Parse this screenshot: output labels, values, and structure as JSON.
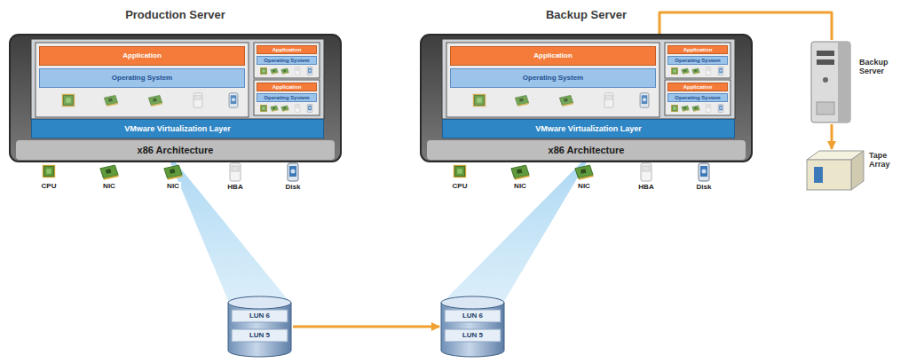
{
  "diagram": {
    "nodes": [
      {
        "text": [
          "Production Server",
          "x86 Architecture"
        ]
      },
      {
        "text": [
          "Application"
        ],
        "in": 0
      },
      {
        "text": [
          "Operating System"
        ],
        "in": 0
      },
      {
        "text": [
          "Application"
        ],
        "in": 0
      },
      {
        "text": [
          "Operating System"
        ],
        "in": 0
      },
      {
        "text": [
          "Application"
        ],
        "in": 0
      },
      {
        "text": [
          "Operating System"
        ],
        "in": 0
      },
      {
        "text": [
          "VMware Virtualization Layer"
        ],
        "in": 0
      },
      {
        "text": [
          "Backup Server",
          "x86 Architecture"
        ]
      },
      {
        "text": [
          "Application"
        ],
        "in": 8
      },
      {
        "text": [
          "Operating System"
        ],
        "in": 8
      },
      {
        "text": [
          "Application"
        ],
        "in": 8
      },
      {
        "text": [
          "Operating System"
        ],
        "in": 8
      },
      {
        "text": [
          "Application"
        ],
        "in": 8
      },
      {
        "text": [
          "Operating System"
        ],
        "in": 8
      },
      {
        "text": [
          "VMware Virtualization Layer"
        ],
        "in": 8
      },
      {
        "text": [
          "Backup Server"
        ]
      },
      {
        "text": [
          "Tape Array"
        ]
      },
      {
        "text": [
          "LUN 6",
          "LUN 5"
        ]
      },
      {
        "text": [
          "LUN 6",
          "LUN 5"
        ]
      }
    ],
    "edges": [
      {
        "from": 0,
        "to": 18,
        "arrow": "none"
      },
      {
        "from": 8,
        "to": 19,
        "arrow": "none"
      },
      {
        "from": 18,
        "to": 19,
        "arrow": "to"
      },
      {
        "from": 8,
        "to": 16,
        "arrow": "none"
      },
      {
        "from": 16,
        "to": 17,
        "arrow": "to"
      }
    ],
    "labels": [
      "CPU",
      "NIC",
      "NIC",
      "HBA",
      "Disk",
      "CPU",
      "NIC",
      "NIC",
      "HBA",
      "Disk"
    ]
  }
}
